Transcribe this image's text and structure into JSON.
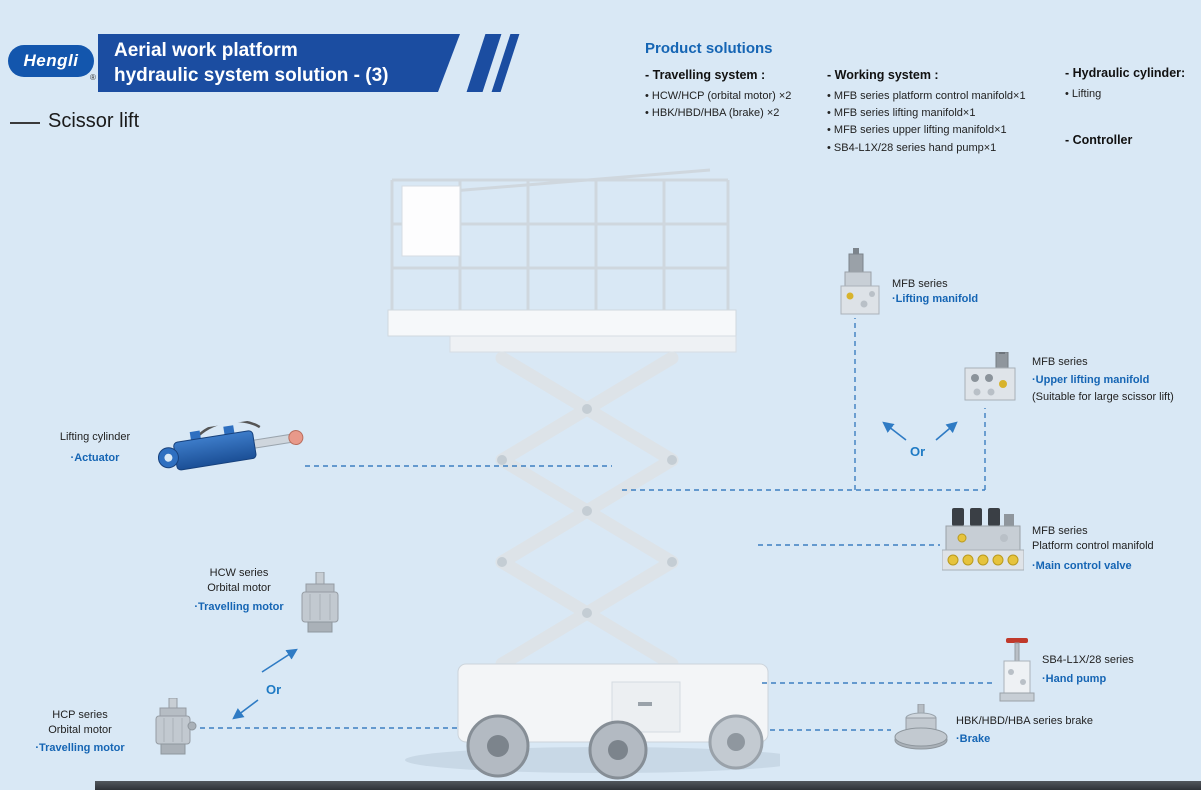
{
  "colors": {
    "background": "#d9e8f5",
    "banner_blue": "#1b4da1",
    "accent_blue": "#1565b4",
    "connector_blue": "#3d7fc1"
  },
  "header": {
    "logo_text": "Hengli",
    "logo_reg": "®",
    "title_line1": "Aerial work platform",
    "title_line2": "hydraulic system solution - (3)",
    "page_subtitle": "Scissor lift"
  },
  "solutions": {
    "heading": "Product solutions",
    "columns": [
      {
        "title": "- Travelling system :",
        "items": [
          "• HCW/HCP (orbital motor) ×2",
          "• HBK/HBD/HBA (brake) ×2"
        ]
      },
      {
        "title": "- Working system :",
        "items": [
          "• MFB series platform control manifold×1",
          "• MFB series lifting manifold×1",
          "• MFB series upper lifting manifold×1",
          "• SB4-L1X/28 series hand pump×1"
        ]
      },
      {
        "title": "- Hydraulic cylinder:",
        "items": [
          "• Lifting"
        ]
      },
      {
        "title": "- Controller",
        "items": []
      }
    ]
  },
  "callouts": {
    "lifting_cylinder": {
      "line1": "Lifting cylinder",
      "accent": "·Actuator"
    },
    "hcw": {
      "line1": "HCW series",
      "line2": "Orbital motor",
      "accent": "·Travelling motor"
    },
    "hcp": {
      "line1": "HCP series",
      "line2": "Orbital motor",
      "accent": "·Travelling motor"
    },
    "or_left": "Or",
    "or_right": "Or",
    "mfb_lifting": {
      "line1": "MFB series",
      "accent": "·Lifting manifold"
    },
    "mfb_upper": {
      "line1": "MFB series",
      "accent": "·Upper lifting manifold",
      "note": "(Suitable for large scissor lift)"
    },
    "mfb_platform": {
      "line1": "MFB series",
      "line2": "Platform control manifold",
      "accent": "·Main control valve"
    },
    "hand_pump": {
      "line1": "SB4-L1X/28 series",
      "accent": "·Hand pump"
    },
    "brake": {
      "line1": "HBK/HBD/HBA series brake",
      "accent": "·Brake"
    }
  }
}
